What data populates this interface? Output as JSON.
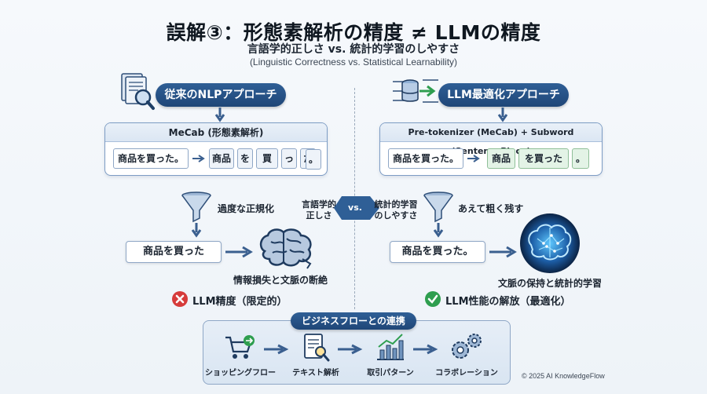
{
  "header": {
    "title": "誤解③：形態素解析の精度 ≠ LLMの精度",
    "subtitle": "言語学的正しさ vs. 統計的学習のしやすさ",
    "subtitle_en": "(Linguistic Correctness vs. Statistical Learnability)"
  },
  "left": {
    "pill": "従来のNLPアプローチ",
    "card_title": "MeCab (形態素解析)",
    "input": "商品を買った。",
    "tokens": [
      "商品",
      "を",
      "買",
      "っ",
      "た",
      "。"
    ],
    "filter_label": "過度な正規化",
    "output": "商品を買った",
    "result_caption": "情報損失と文脈の断絶",
    "verdict": "LLM精度（限定的）"
  },
  "right": {
    "pill": "LLM最適化アプローチ",
    "card_title": "Pre-tokenizer (MeCab) + Subword (SentencePiece)",
    "input": "商品を買った。",
    "tokens": [
      "商品",
      "を買った",
      "。"
    ],
    "filter_label": "あえて粗く残す",
    "output": "商品を買った。",
    "result_caption": "文脈の保持と統計的学習",
    "verdict": "LLM性能の解放（最適化）"
  },
  "center": {
    "left_label_1": "言語学的",
    "left_label_2": "正しさ",
    "vs": "vs.",
    "right_label_1": "統計的学習",
    "right_label_2": "のしやすさ"
  },
  "business": {
    "pill": "ビジネスフローとの連携",
    "steps": [
      "ショッピングフロー",
      "テキスト解析",
      "取引パターン",
      "コラボレーション"
    ]
  },
  "footer": {
    "copyright": "© 2025 AI KnowledgeFlow"
  },
  "colors": {
    "navy": "#1f4677",
    "red": "#d63b3b",
    "green": "#2e9e4f"
  }
}
